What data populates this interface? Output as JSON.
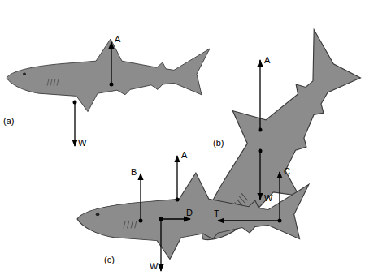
{
  "diagram": {
    "labels": [
      "A",
      "W",
      "(a)",
      "A",
      "W",
      "(b)",
      "B",
      "A",
      "D",
      "T",
      "C",
      "W",
      "(c)"
    ]
  }
}
